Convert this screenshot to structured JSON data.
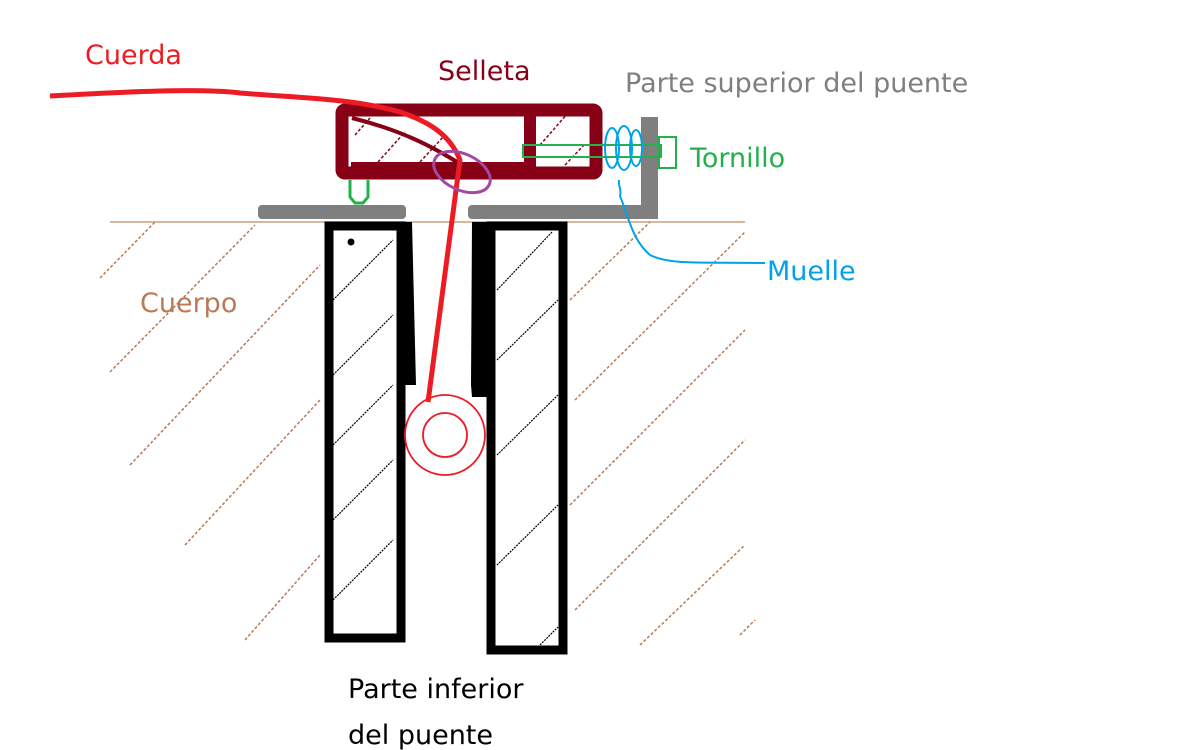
{
  "labels": {
    "cuerda": "Cuerda",
    "selleta": "Selleta",
    "parte_superior": "Parte superior del puente",
    "tornillo": "Tornillo",
    "muelle": "Muelle",
    "cuerpo": "Cuerpo",
    "parte_inferior_line1": "Parte inferior",
    "parte_inferior_line2": "del puente"
  },
  "colors": {
    "cuerda": "#ed1c24",
    "selleta": "#880015",
    "parte_superior": "#7f7f7f",
    "tornillo": "#22b14c",
    "muelle": "#00a2e8",
    "cuerpo": "#b97a57",
    "parte_inferior": "#000000",
    "highlight": "#a349a4"
  }
}
